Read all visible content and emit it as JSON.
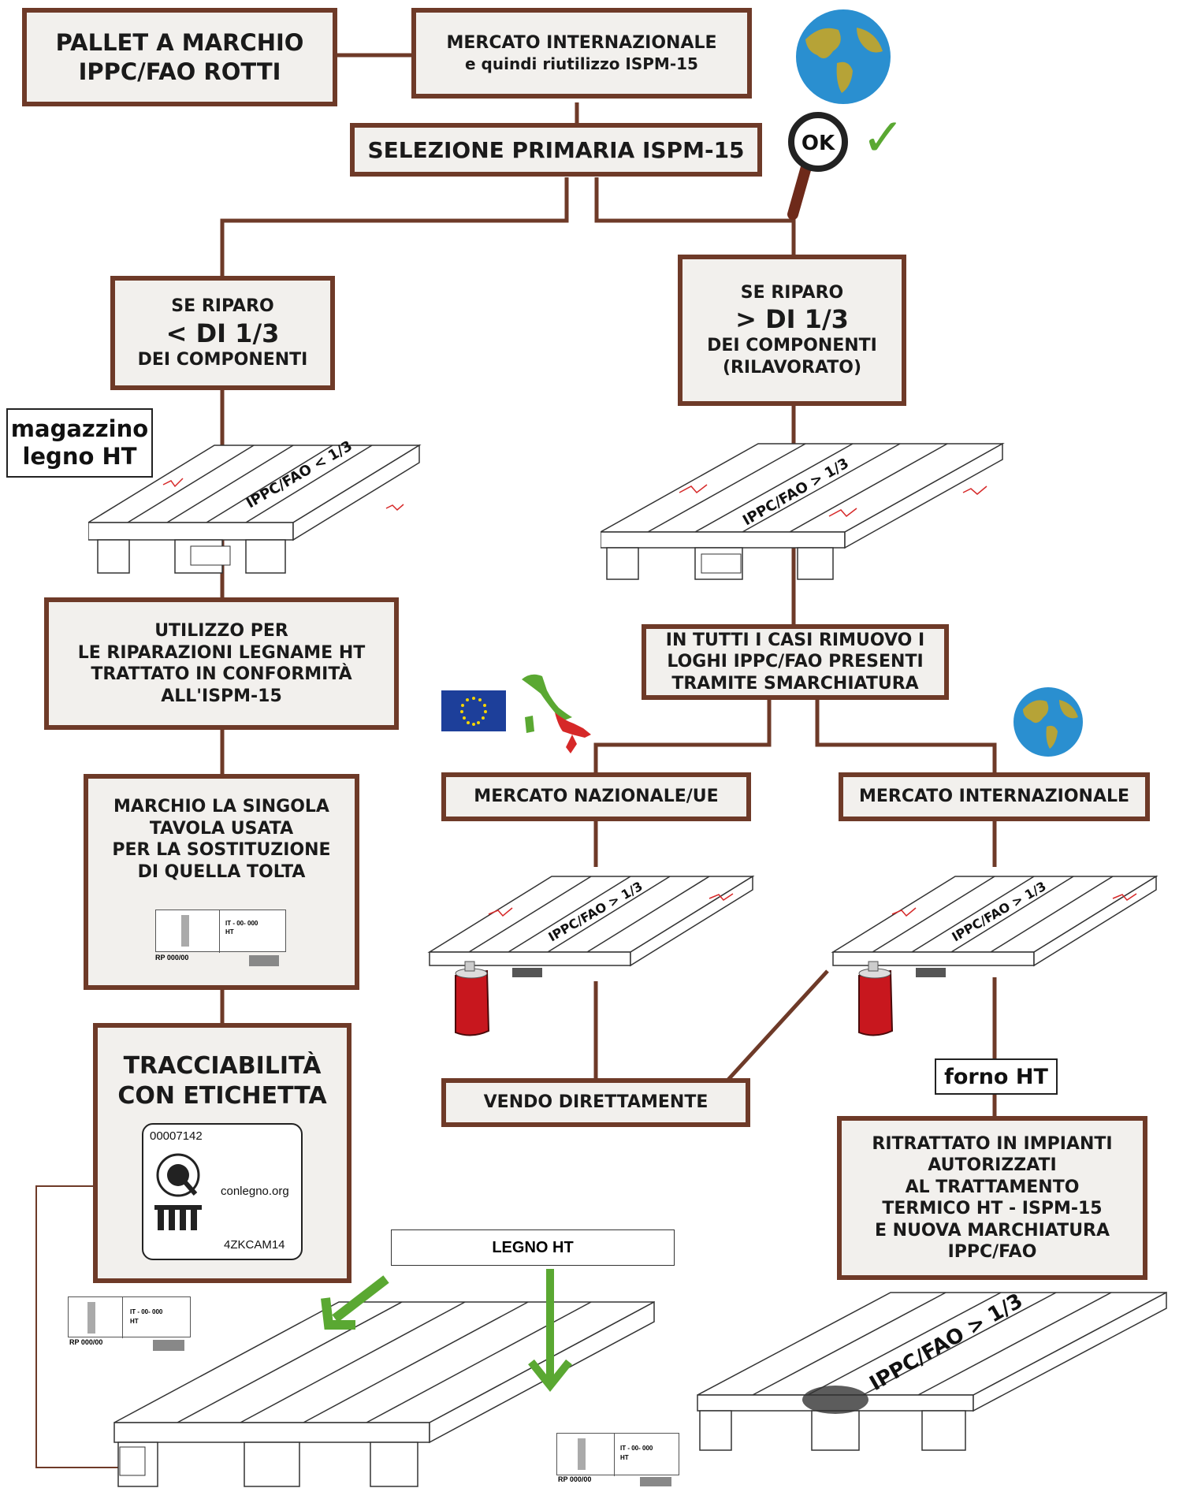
{
  "colors": {
    "connector": "#6e3a28",
    "box_fill": "#f2f0ed",
    "check": "#5aa832",
    "arrow": "#5aa832",
    "crack": "#d62828",
    "eu_blue": "#1d3f9a",
    "globe_sea": "#2a8fd0",
    "globe_land": "#b6a337"
  },
  "boxes": {
    "start": [
      "PALLET A MARCHIO",
      "IPPC/FAO ROTTI"
    ],
    "market_top": [
      "MERCATO INTERNAZIONALE",
      "e quindi riutilizzo ISPM-15"
    ],
    "selection": "SELEZIONE PRIMARIA ISPM-15",
    "repair_less": [
      "SE RIPARO",
      "< DI 1/3",
      "DEI COMPONENTI"
    ],
    "repair_more": [
      "SE RIPARO",
      "> DI 1/3",
      "DEI COMPONENTI",
      "(RILAVORATO)"
    ],
    "use_ht": [
      "UTILIZZO PER",
      "LE RIPARAZIONI LEGNAME HT",
      "TRATTATO IN CONFORMITÀ",
      "ALL'ISPM-15"
    ],
    "mark_board": [
      "MARCHIO LA SINGOLA",
      "TAVOLA USATA",
      "PER LA SOSTITUZIONE",
      "DI QUELLA TOLTA"
    ],
    "traceability": [
      "TRACCIABILITÀ",
      "CON ETICHETTA"
    ],
    "remove_logos": [
      "IN TUTTI I CASI RIMUOVO I",
      "LOGHI IPPC/FAO PRESENTI",
      "TRAMITE SMARCHIATURA"
    ],
    "market_national": "MERCATO NAZIONALE/UE",
    "market_international": "MERCATO INTERNAZIONALE",
    "sell_direct": "VENDO DIRETTAMENTE",
    "retreated": [
      "RITRATTATO IN IMPIANTI",
      "AUTORIZZATI",
      "AL TRATTAMENTO",
      "TERMICO HT - ISPM-15",
      "E NUOVA MARCHIATURA",
      "IPPC/FAO"
    ]
  },
  "tags": {
    "warehouse": [
      "magazzino",
      "legno HT"
    ],
    "oven": "forno HT",
    "legno_ht": "LEGNO HT"
  },
  "magnifier_text": "OK",
  "check_glyph": "✓",
  "pallet_marks": {
    "p1": "IPPC/FAO < 1/3",
    "p2": "IPPC/FAO > 1/3",
    "p3": "IPPC/FAO > 1/3",
    "p4": "IPPC/FAO > 1/3",
    "p6": "IPPC/FAO > 1/3"
  },
  "stamp": {
    "code": "IT - 00- 000",
    "ht": "HT",
    "rp": "RP 000/00"
  },
  "label": {
    "number": "00007142",
    "site": "conlegno.org",
    "code": "4ZKCAM14"
  },
  "icons": [
    "globe-icon",
    "magnifier-icon",
    "check-icon",
    "eu-flag-icon",
    "italy-map-icon",
    "spray-can-icon",
    "arrow-down-icon"
  ]
}
